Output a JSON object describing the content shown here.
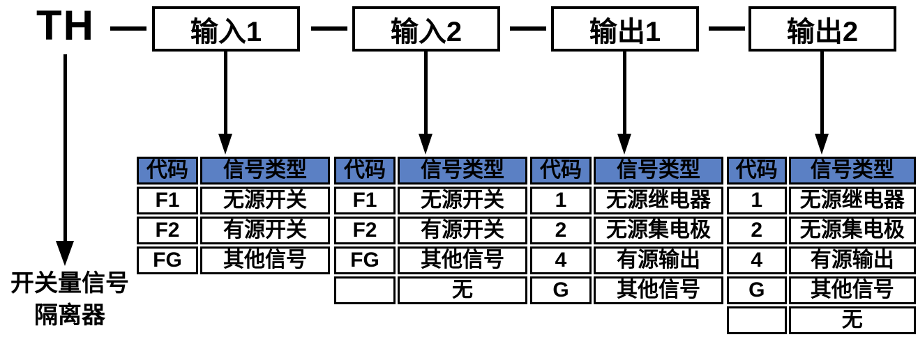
{
  "diagram": {
    "prefix": "TH",
    "prefix_note_line1": "开关量信号",
    "prefix_note_line2": "隔离器"
  },
  "fields": [
    {
      "label": "输入1",
      "headers": [
        "代码",
        "信号类型"
      ],
      "rows": [
        [
          "F1",
          "无源开关"
        ],
        [
          "F2",
          "有源开关"
        ],
        [
          "FG",
          "其他信号"
        ]
      ]
    },
    {
      "label": "输入2",
      "headers": [
        "代码",
        "信号类型"
      ],
      "rows": [
        [
          "F1",
          "无源开关"
        ],
        [
          "F2",
          "有源开关"
        ],
        [
          "FG",
          "其他信号"
        ],
        [
          "",
          "无"
        ]
      ]
    },
    {
      "label": "输出1",
      "headers": [
        "代码",
        "信号类型"
      ],
      "rows": [
        [
          "1",
          "无源继电器"
        ],
        [
          "2",
          "无源集电极"
        ],
        [
          "4",
          "有源输出"
        ],
        [
          "G",
          "其他信号"
        ]
      ]
    },
    {
      "label": "输出2",
      "headers": [
        "代码",
        "信号类型"
      ],
      "rows": [
        [
          "1",
          "无源继电器"
        ],
        [
          "2",
          "无源集电极"
        ],
        [
          "4",
          "有源输出"
        ],
        [
          "G",
          "其他信号"
        ],
        [
          "",
          "无"
        ]
      ]
    }
  ],
  "colors": {
    "table_header_bg": "#5b80c4",
    "line_color": "#000000",
    "background": "#ffffff"
  }
}
